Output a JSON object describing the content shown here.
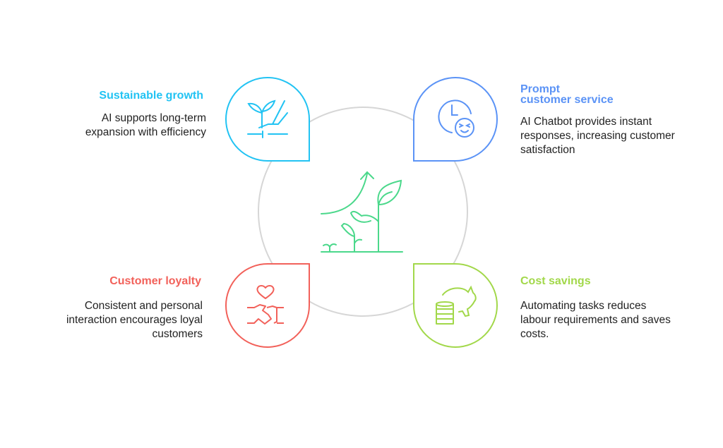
{
  "colors": {
    "sustainable": "#22c3f3",
    "prompt": "#5b93f6",
    "loyalty": "#f2615a",
    "cost": "#a2d84a",
    "center": "#4bd88b",
    "ring": "#d6d6d6"
  },
  "items": [
    {
      "title": "Sustainable growth",
      "desc": "AI supports long-term expansion with efficiency",
      "icon": "plant-hand-icon"
    },
    {
      "title_line1": "Prompt",
      "title_line2": "customer service",
      "desc": "AI Chatbot provides instant responses, increasing customer satisfaction",
      "icon": "clock-smiley-icon"
    },
    {
      "title": "Customer loyalty",
      "desc": "Consistent and personal interaction encourages loyal customers",
      "icon": "heart-handshake-icon"
    },
    {
      "title": "Cost savings",
      "desc": "Automating tasks reduces labour requirements and saves costs.",
      "icon": "piggy-bank-coins-icon"
    }
  ],
  "center": {
    "icon": "growth-plants-icon"
  }
}
